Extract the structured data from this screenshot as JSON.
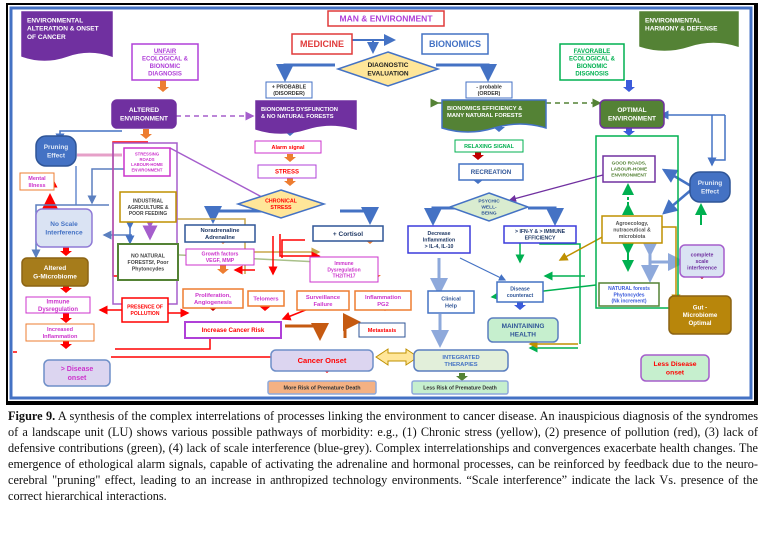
{
  "diagram": {
    "title_center": "MAN & ENVIRONMENT",
    "corner_left": [
      "ENVIRONMENTAL",
      "ALTERATION & ONSET",
      "OF CANCER"
    ],
    "corner_right": [
      "ENVIRONMENTAL",
      "HARMONY & DEFENSE"
    ],
    "medicine": "MEDICINE",
    "bionomics": "BIONOMICS",
    "diagnostic": [
      "DIAGNOSTIC",
      "EVALUATION"
    ],
    "plus_probable": [
      "+ PROBABLE",
      "(DISORDER)"
    ],
    "minus_probable": [
      "- probable",
      "(ORDER)"
    ],
    "unfair_diag": [
      "UNFAIR",
      "ECOLOGICAL &",
      "BIONOMIC",
      "DIAGNOSIS"
    ],
    "favorable_diag": [
      "FAVORABLE",
      "ECOLOGICAL &",
      "BIONOMIC",
      "DISGNOSIS"
    ],
    "altered_env": [
      "ALTERED",
      "ENVIRONMENT"
    ],
    "optimal_env": [
      "OPTIMAL",
      "ENVIRONMENT"
    ],
    "bionomics_dysfunction": [
      "BIONOMICS DYSFUNCTION",
      "& NO NATURAL FORESTS"
    ],
    "bionomics_efficiency": [
      "BIONOMICS EFFICIENCY &",
      "MANY NATURAL FORESTS"
    ],
    "pruning_left": [
      "Pruning",
      "Effect"
    ],
    "pruning_right": [
      "Pruning",
      "Effect"
    ],
    "mental_illness": [
      "Mental",
      "Illness"
    ],
    "no_scale": [
      "No Scale",
      "Interference"
    ],
    "altered_microbiome": [
      "Altered",
      "G-Microbiome"
    ],
    "immune_dys_left": [
      "Immune",
      "Dysregulation"
    ],
    "increased_inflammation": [
      "Increased",
      "Inflammation"
    ],
    "disease_onset": [
      "> Disease",
      "onset"
    ],
    "stressing_roads": [
      "STRESSING",
      "ROADS",
      "LABOUR-HOME",
      "ENVIRONMENT"
    ],
    "industrial_agri": [
      "INDUSTRIAL",
      "AGRICULTURE &",
      "POOR FEEDING"
    ],
    "no_natural_forests": [
      "NO NATURAL",
      "FORESTSf, Poor",
      "Phytoncydes"
    ],
    "presence_pollution": [
      "PRESENCE OF",
      "POLLUTION"
    ],
    "alarm_signal": "Alarm signal",
    "stress": "STRESS",
    "chronical_stress": [
      "CHRONICAL",
      "STRESS"
    ],
    "noradrenaline": [
      "Noradrenaline",
      "Adrenaline"
    ],
    "cortisol": "+ Cortisol",
    "growth_factors": [
      "Growth factors",
      "VEGF, MMP"
    ],
    "immune_dys_center": [
      "Immune",
      "Dysregulation",
      "TH2/TH17"
    ],
    "proliferation": [
      "Proliferation,",
      "Angiogenesis"
    ],
    "telomers": "Telomers",
    "surveillance": [
      "Surveillance",
      "Failure"
    ],
    "inflammation_pg2": [
      "Inflammation",
      "PG2"
    ],
    "increase_cancer_risk": "Increase Cancer Risk",
    "metastasis": "Metastasis",
    "cancer_onset": "Cancer Onset",
    "more_risk": "More Risk of Premature Death",
    "relaxing_signal": "RELAXING SIGNAL",
    "recreation": "RECREATION",
    "psychic": [
      "PSYCHIC",
      "WELL-",
      "BEING"
    ],
    "decrease_inflammation": [
      "Decrease",
      "Inflammation",
      "> IL-4, IL-10"
    ],
    "ifn": [
      "> IFN-Y & > IMMUNE",
      "EFFICIENCY"
    ],
    "clinical_help": [
      "Clinical",
      "Help"
    ],
    "disease_counteract": [
      "Disease",
      "counteract"
    ],
    "maintaining_health": [
      "MAINTAINING",
      "HEALTH"
    ],
    "integrated_therapies": [
      "INTEGRATED",
      "THERAPIES"
    ],
    "less_risk": "Less Risk of Premature Death",
    "good_roads": [
      "GOOD ROADS,",
      "LABOUR-HOME",
      "ENVIRONMENT"
    ],
    "agroecology": [
      "Agroecology,",
      "nutraceutical &",
      "microbiota"
    ],
    "complete_scale": [
      "complete",
      "scale",
      "interference"
    ],
    "natural_forests": [
      "NATURAL forests",
      "Phytoncydes",
      "(Nk increment)"
    ],
    "gut_optimal": [
      "Gut -",
      "Microbiome",
      "Optimal"
    ],
    "less_disease": [
      "Less Disease",
      "onset"
    ],
    "colors": {
      "purple": "#7030a0",
      "green": "#548235",
      "blue": "#4472c4",
      "red": "#ff0000",
      "orange": "#ed7d31",
      "magenta": "#cc33cc",
      "gold": "#bf9000",
      "yellow_fill": "#ffe699",
      "lavender": "#dcd5f0",
      "light_green": "#c6efce"
    }
  },
  "caption": {
    "label": "Figure 9.",
    "text": " A synthesis of the complex interrelations of processes linking the environment to cancer disease. An inauspicious diagnosis of the syndromes of a landscape unit (LU) shows various possible pathways of morbidity: e.g., (1) Chronic stress (yellow), (2) presence of pollution (red), (3) lack of defensive contributions (green), (4) lack of scale interference (blue-grey). Complex interrelationships and convergences exacerbate health changes. The emergence of ethological alarm signals, capable of activating the adrenaline and hormonal processes, can be reinforced by feedback due to the neuro-cerebral \"pruning\" effect, leading to an increase in anthropized technology environments. “Scale interference” indicate the lack Vs. presence of the correct hierarchical interactions."
  }
}
